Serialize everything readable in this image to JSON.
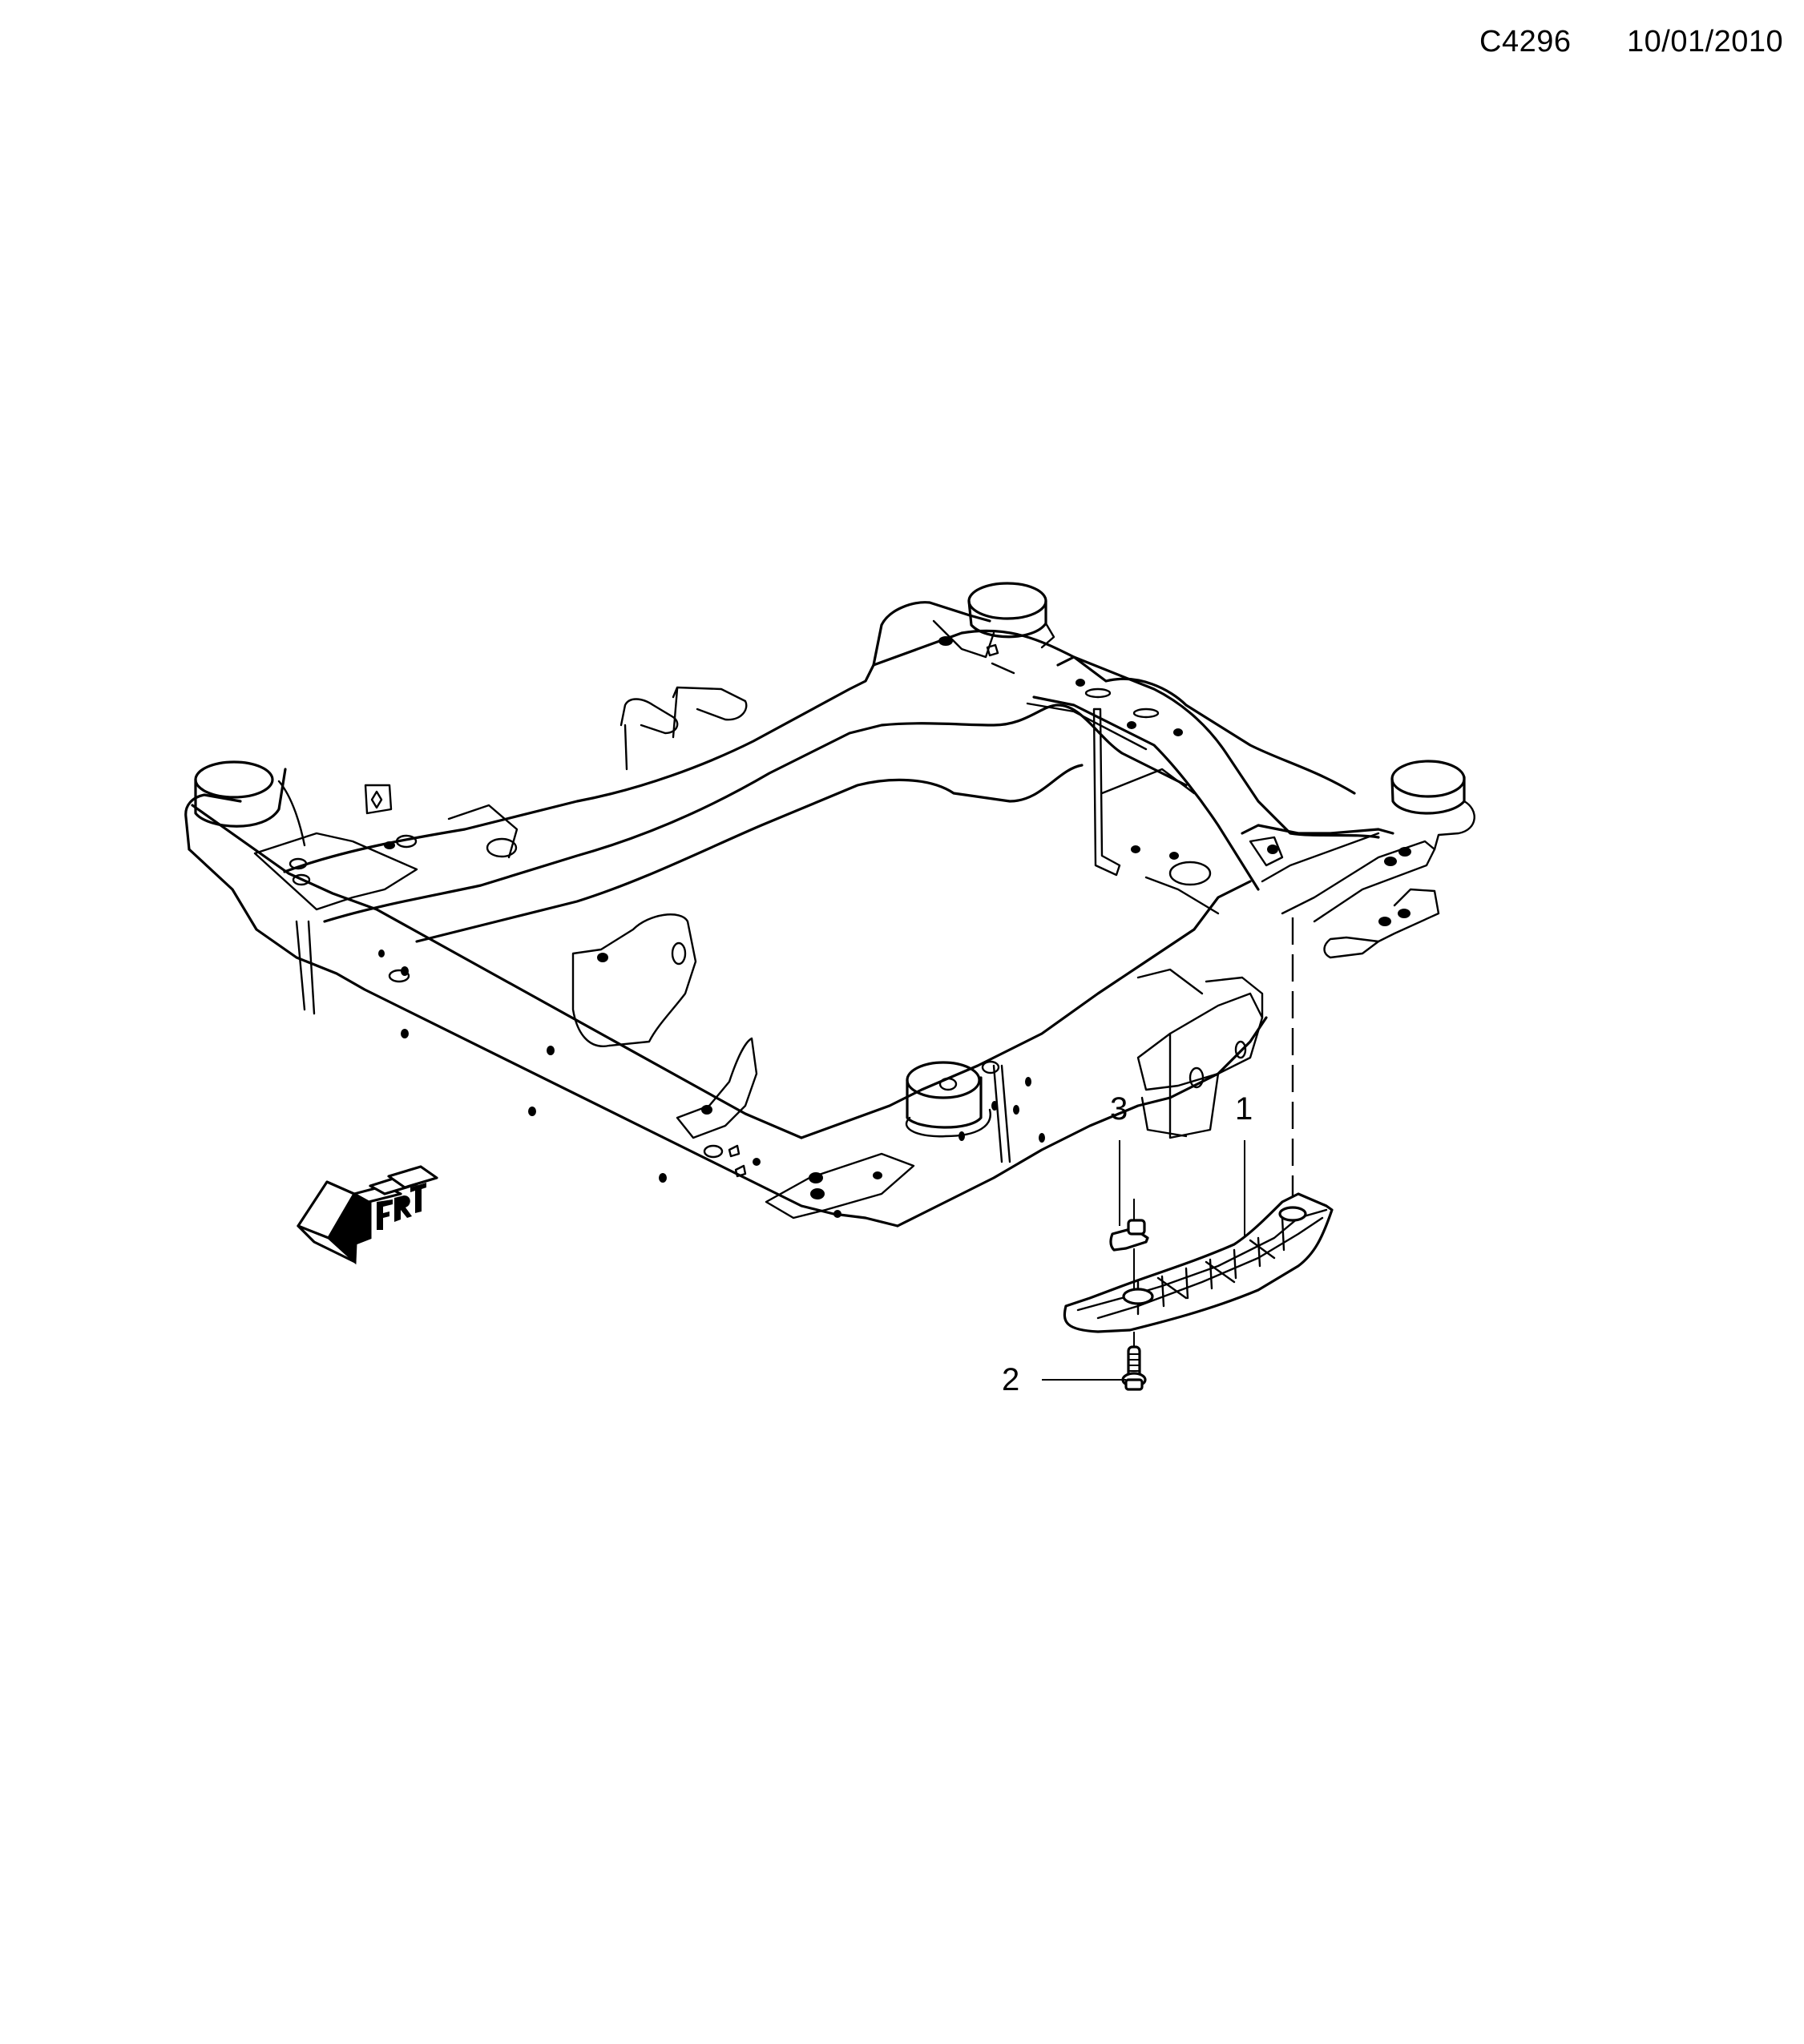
{
  "header": {
    "diagram_code": "C4296",
    "date": "10/01/2010"
  },
  "illustration": {
    "subject": "front-suspension-subframe",
    "direction_indicator": {
      "label": "FRT",
      "icon": "front-direction-arrow-icon"
    }
  },
  "callouts": [
    {
      "number": "1",
      "part": "bracket"
    },
    {
      "number": "2",
      "part": "bolt"
    },
    {
      "number": "3",
      "part": "clip-nut"
    }
  ]
}
